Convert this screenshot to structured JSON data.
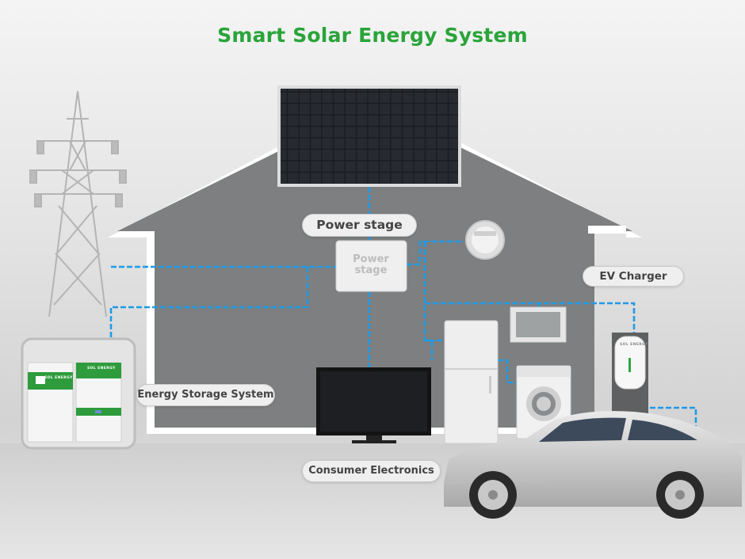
{
  "title": "Smart Solar Energy System",
  "labels": {
    "power_stage": "Power stage",
    "inverter_text": [
      "Power",
      "stage"
    ],
    "ev_charger": "EV Charger",
    "energy_storage": "Energy Storage System",
    "consumer_electronics": "Consumer Electronics"
  },
  "brand": "SOL ENERGY",
  "colors": {
    "title_green": "#2aa43a",
    "house_wall": "#7d7f80",
    "wire_blue": "#1f9ae6",
    "battery_green": "#2e9c3c"
  }
}
